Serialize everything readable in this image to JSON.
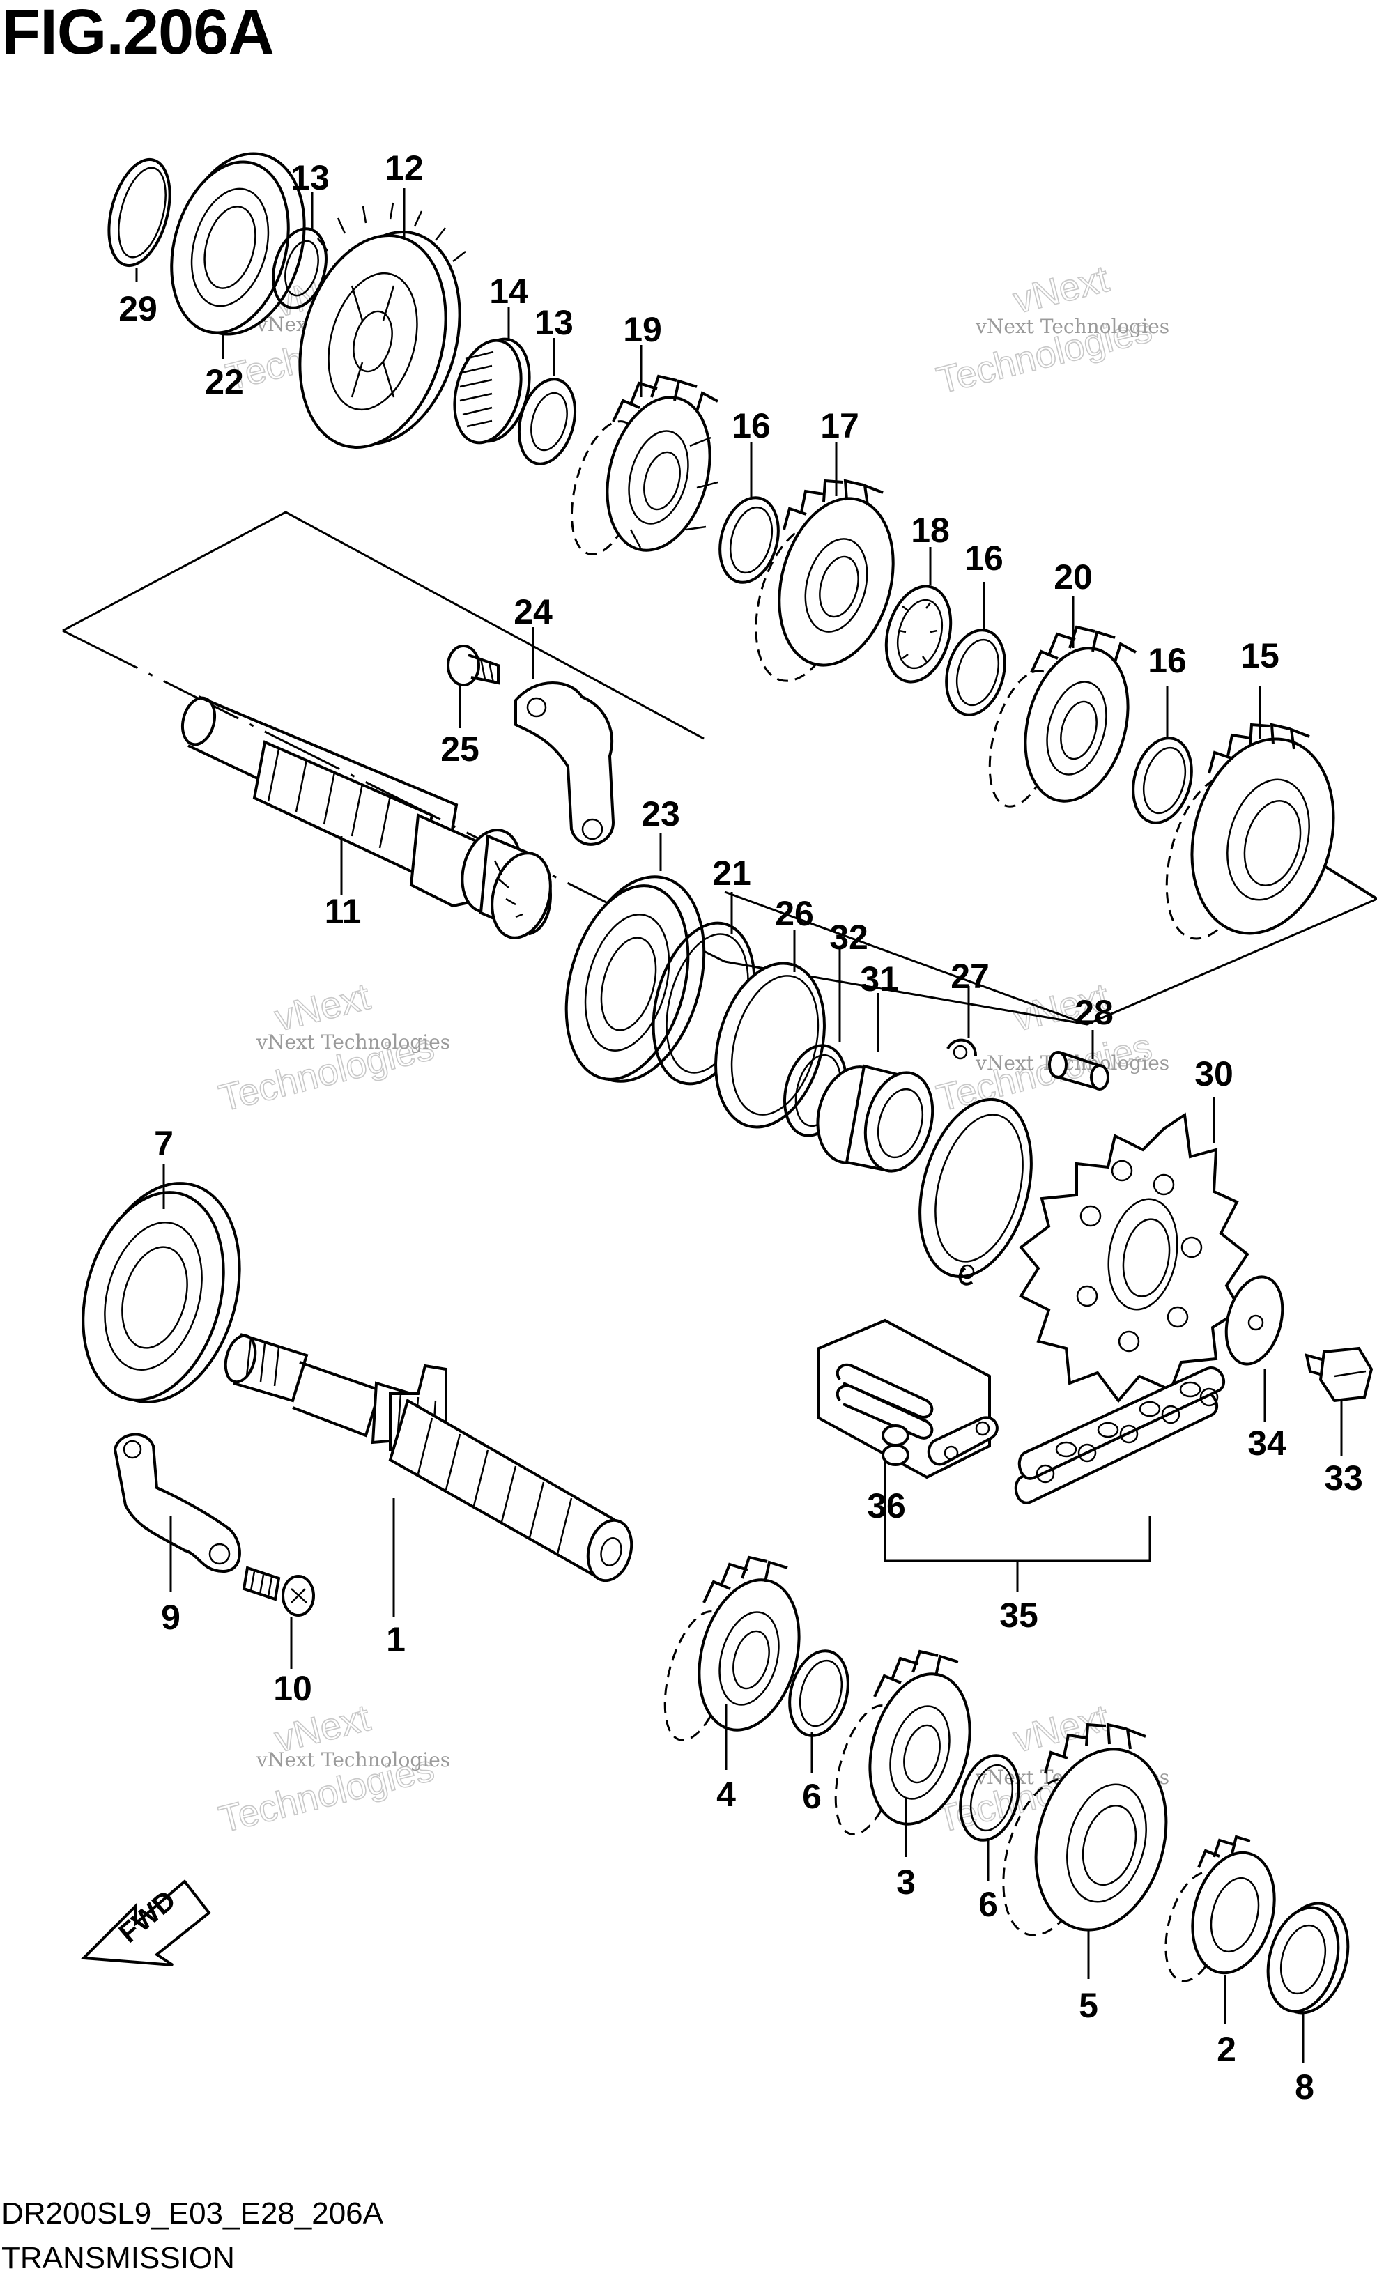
{
  "figure": {
    "title": "FIG.206A",
    "model_code": "DR200SL9_E03_E28_206A",
    "section": "TRANSMISSION"
  },
  "watermark": {
    "small": "vNext Technologies",
    "large_1": "vNext",
    "large_2": "Technologies"
  },
  "direction_arrow": {
    "label": "FWD"
  },
  "callouts": {
    "c1": "1",
    "c2": "2",
    "c3": "3",
    "c4": "4",
    "c5": "5",
    "c6a": "6",
    "c6b": "6",
    "c7": "7",
    "c8": "8",
    "c9": "9",
    "c10": "10",
    "c11": "11",
    "c12": "12",
    "c13a": "13",
    "c13b": "13",
    "c14": "14",
    "c15": "15",
    "c16a": "16",
    "c16b": "16",
    "c16c": "16",
    "c17": "17",
    "c18": "18",
    "c19": "19",
    "c20": "20",
    "c21": "21",
    "c22": "22",
    "c23": "23",
    "c24": "24",
    "c25": "25",
    "c26": "26",
    "c27": "27",
    "c28": "28",
    "c29": "29",
    "c30": "30",
    "c31": "31",
    "c32": "32",
    "c33": "33",
    "c34": "34",
    "c35": "35",
    "c36": "36"
  }
}
